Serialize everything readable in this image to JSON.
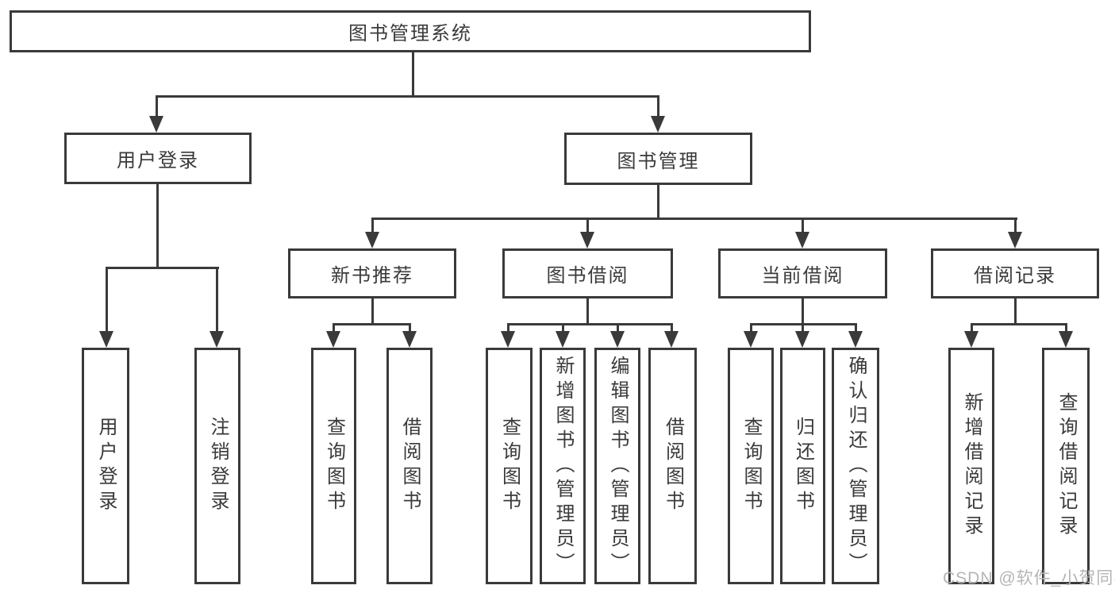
{
  "tree": {
    "label": "图书管理系统",
    "children": [
      {
        "label": "用户登录",
        "children": [
          {
            "label": "用户登录"
          },
          {
            "label": "注销登录"
          }
        ]
      },
      {
        "label": "图书管理",
        "children": [
          {
            "label": "新书推荐",
            "children": [
              {
                "label": "查询图书"
              },
              {
                "label": "借阅图书"
              }
            ]
          },
          {
            "label": "图书借阅",
            "children": [
              {
                "label": "查询图书"
              },
              {
                "label": "新增图书（管理员）"
              },
              {
                "label": "编辑图书（管理员）"
              },
              {
                "label": "借阅图书"
              }
            ]
          },
          {
            "label": "当前借阅",
            "children": [
              {
                "label": "查询图书"
              },
              {
                "label": "归还图书"
              },
              {
                "label": "确认归还（管理员）"
              }
            ]
          },
          {
            "label": "借阅记录",
            "children": [
              {
                "label": "新增借阅记录"
              },
              {
                "label": "查询借阅记录"
              }
            ]
          }
        ]
      }
    ]
  },
  "watermark": {
    "text": "CSDN @软件_小贺同学"
  },
  "colors": {
    "line": "#3a3a3a",
    "text": "#3a3a3a",
    "watermark": "#b5b5b5",
    "background": "#ffffff"
  }
}
